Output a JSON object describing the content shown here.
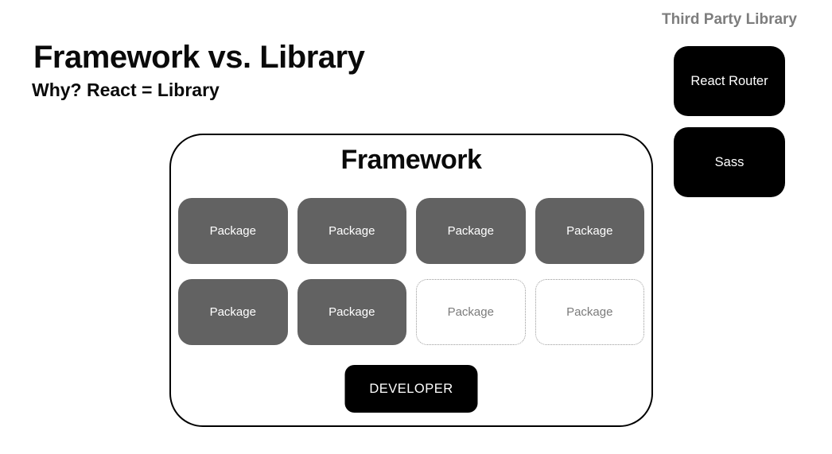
{
  "slide": {
    "title": "Framework vs. Library",
    "subtitle": "Why? React = Library"
  },
  "third_party": {
    "heading": "Third Party Library",
    "items": [
      {
        "label": "React Router"
      },
      {
        "label": "Sass"
      }
    ]
  },
  "framework": {
    "title": "Framework",
    "packages": [
      {
        "label": "Package",
        "variant": "solid"
      },
      {
        "label": "Package",
        "variant": "solid"
      },
      {
        "label": "Package",
        "variant": "solid"
      },
      {
        "label": "Package",
        "variant": "solid"
      },
      {
        "label": "Package",
        "variant": "solid"
      },
      {
        "label": "Package",
        "variant": "solid"
      },
      {
        "label": "Package",
        "variant": "dashed"
      },
      {
        "label": "Package",
        "variant": "dashed"
      }
    ],
    "developer_label": "DEVELOPER"
  },
  "colors": {
    "background": "#ffffff",
    "black_box": "#000000",
    "package_solid_fill": "#626262",
    "package_solid_text": "#ffffff",
    "package_dashed_border": "#9a9a9a",
    "package_dashed_text": "#7b7b7b",
    "third_party_heading_text": "#7d7d7d",
    "title_text": "#0a0a0a"
  }
}
